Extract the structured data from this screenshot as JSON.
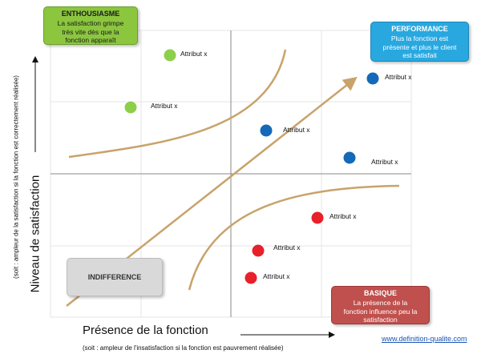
{
  "boxes": {
    "enthousiasme": {
      "title": "ENTHOUSIASME",
      "lines": [
        "La satisfaction grimpe",
        "très vite dès que la",
        "fonction apparaît"
      ],
      "color": "#8cc63f"
    },
    "performance": {
      "title": "PERFORMANCE",
      "lines": [
        "Plus la fonction est",
        "présente et plus le client",
        "est satisfait"
      ],
      "color": "#29a8e0"
    },
    "indifference": {
      "title": "INDIFFERENCE",
      "color": "#d9d9d9"
    },
    "basique": {
      "title": "BASIQUE",
      "lines": [
        "La présence de la",
        "fonction influence peu la",
        "satisfaction"
      ],
      "color": "#c0504d"
    }
  },
  "axes": {
    "x_label": "Présence de la fonction",
    "x_sub": "(soit : ampleur de l'insatisfaction si la fonction est pauvrement réalisée)",
    "y_label": "Niveau de satisfaction",
    "y_sub": "(soit : ampleur de la satisfaction si la fonction est correctement réalisée)"
  },
  "attributes": [
    {
      "label": "Attribut x",
      "group": "enthousiasme",
      "color": "#8dcf4a"
    },
    {
      "label": "Attribut x",
      "group": "enthousiasme",
      "color": "#8dcf4a"
    },
    {
      "label": "Attribut x",
      "group": "performance",
      "color": "#1469b8"
    },
    {
      "label": "Attribut x",
      "group": "performance",
      "color": "#1469b8"
    },
    {
      "label": "Attribut x",
      "group": "performance",
      "color": "#1469b8"
    },
    {
      "label": "Attribut x",
      "group": "basique",
      "color": "#e8202a"
    },
    {
      "label": "Attribut x",
      "group": "basique",
      "color": "#e8202a"
    },
    {
      "label": "Attribut x",
      "group": "basique",
      "color": "#e8202a"
    }
  ],
  "website": "www.definition-qualite.com",
  "colors": {
    "grid": "#e6e6e6",
    "axis": "#888888",
    "curve": "#c8a36a"
  }
}
